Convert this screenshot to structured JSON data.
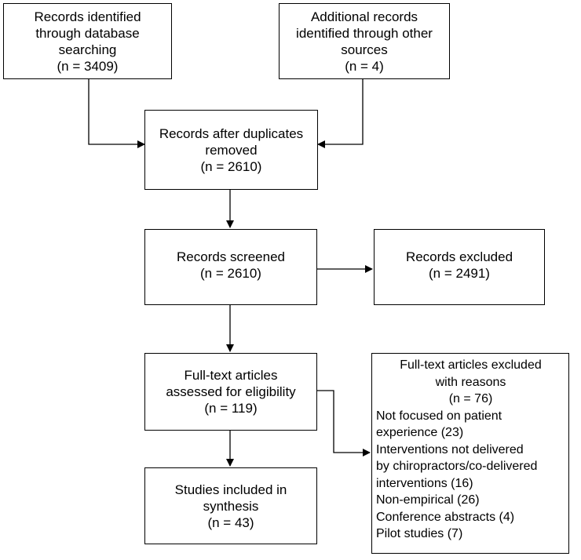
{
  "boxes": {
    "identified": {
      "lines": [
        "Records identified",
        "through database",
        "searching",
        "(n = 3409)"
      ]
    },
    "additional": {
      "lines": [
        "Additional records",
        "identified through other",
        "sources",
        "(n = 4)"
      ]
    },
    "after_duplicates": {
      "lines": [
        "Records after duplicates",
        "removed",
        "(n = 2610)"
      ]
    },
    "screened": {
      "lines": [
        "Records screened",
        "(n = 2610)"
      ]
    },
    "excluded": {
      "lines": [
        "Records excluded",
        "(n = 2491)"
      ]
    },
    "fulltext": {
      "lines": [
        "Full-text articles",
        "assessed for eligibility",
        "(n = 119)"
      ]
    },
    "fulltext_excluded": {
      "header": [
        "Full-text articles excluded",
        "with reasons",
        "(n = 76)"
      ],
      "reasons": [
        "Not focused on patient",
        "experience (23)",
        "Interventions not delivered",
        "by chiropractors/co-delivered",
        "interventions (16)",
        "Non-empirical (26)",
        "Conference abstracts (4)",
        "Pilot studies (7)"
      ]
    },
    "included": {
      "lines": [
        "Studies included in",
        "synthesis",
        "(n = 43)"
      ]
    }
  },
  "colors": {
    "line": "#000000",
    "background": "#ffffff"
  }
}
